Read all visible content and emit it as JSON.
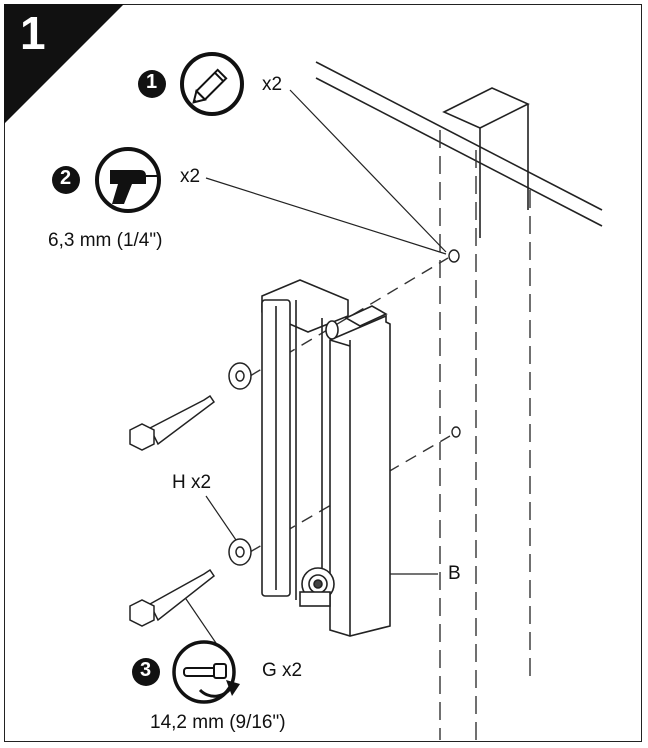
{
  "step": {
    "number": "1"
  },
  "callouts": {
    "c1": {
      "num": "1",
      "qty": "x2"
    },
    "c2": {
      "num": "2",
      "qty": "x2",
      "size": "6,3 mm (1/4\")"
    },
    "c3": {
      "num": "3",
      "qty": "G x2",
      "size": "14,2 mm (9/16\")"
    }
  },
  "parts": {
    "washer": "H x2",
    "bracket": "B"
  },
  "icons": {
    "c1": "pencil-icon",
    "c2": "drill-icon",
    "c3": "socket-wrench-icon"
  },
  "colors": {
    "ink": "#111111",
    "background": "#ffffff"
  }
}
